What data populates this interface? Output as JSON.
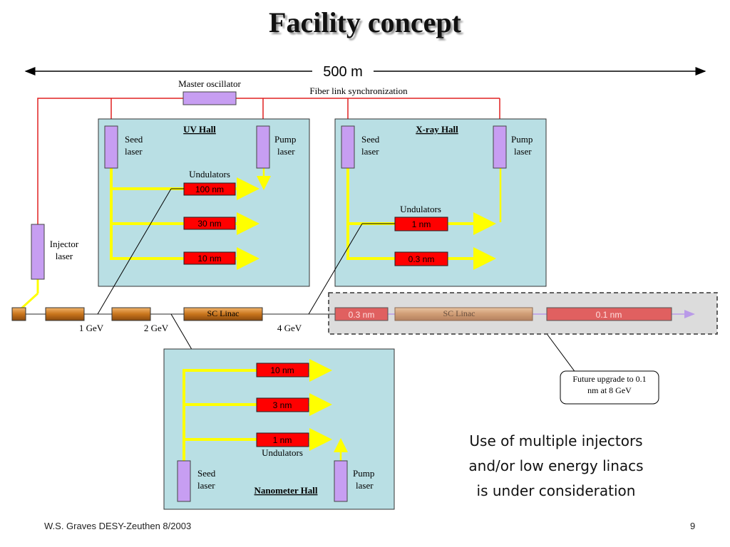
{
  "title": "Facility concept",
  "dimension_label": "500 m",
  "master_oscillator": "Master oscillator",
  "fiber_link": "Fiber link synchronization",
  "injector_laser": [
    "Injector",
    "laser"
  ],
  "energies": {
    "e1": "1 GeV",
    "e2": "2 GeV",
    "e4": "4 GeV"
  },
  "linac_label": "SC Linac",
  "uv_hall": {
    "title": "UV Hall",
    "seed": [
      "Seed",
      "laser"
    ],
    "pump": [
      "Pump",
      "laser"
    ],
    "undulators_label": "Undulators",
    "undulators": [
      "100 nm",
      "30 nm",
      "10 nm"
    ]
  },
  "xray_hall": {
    "title": "X-ray Hall",
    "seed": [
      "Seed",
      "laser"
    ],
    "pump": [
      "Pump",
      "laser"
    ],
    "undulators_label": "Undulators",
    "undulators": [
      "1 nm",
      "0.3 nm"
    ]
  },
  "nm_hall": {
    "title": "Nanometer Hall",
    "seed": [
      "Seed",
      "laser"
    ],
    "pump": [
      "Pump",
      "laser"
    ],
    "undulators_label": "Undulators",
    "undulators": [
      "10 nm",
      "3 nm",
      "1 nm"
    ]
  },
  "upgrade": {
    "und1": "0.3 nm",
    "linac": "SC Linac",
    "und2": "0.1 nm",
    "callout": [
      "Future upgrade to 0.1",
      "nm at 8 GeV"
    ]
  },
  "note": [
    "Use of multiple injectors",
    "and/or low energy linacs",
    "is under consideration"
  ],
  "footer": {
    "author": "W.S. Graves DESY-Zeuthen 8/2003",
    "page": "9"
  },
  "colors": {
    "hall_fill": "#b9dfe4",
    "laser_fill": "#c79ef2",
    "undulator_fill": "#ff0000",
    "linac_fill": "#d98a2c",
    "fiber": "#e02020",
    "beam": "#ffff00"
  }
}
